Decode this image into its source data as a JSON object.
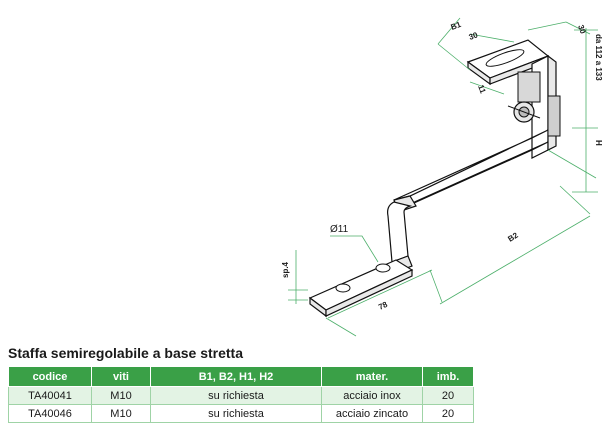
{
  "drawing": {
    "labels": {
      "b1": "B1",
      "top30a": "30",
      "top30b": "30",
      "h1": "da 112 a 133",
      "h": "H",
      "w11": "11",
      "phi11": "Ø11",
      "b2": "B2",
      "sp": "sp.4",
      "len78": "78"
    }
  },
  "product": {
    "title": "Staffa semiregolabile a base stretta"
  },
  "table": {
    "headers": [
      "codice",
      "viti",
      "B1, B2, H1, H2",
      "mater.",
      "imb."
    ],
    "rows": [
      [
        "TA40041",
        "M10",
        "su richiesta",
        "acciaio inox",
        "20"
      ],
      [
        "TA40046",
        "M10",
        "su richiesta",
        "acciaio zincato",
        "20"
      ]
    ]
  },
  "colors": {
    "accent": "#3aa047",
    "dimension": "#4caf6a",
    "row_tint": "#e3f3e4"
  }
}
